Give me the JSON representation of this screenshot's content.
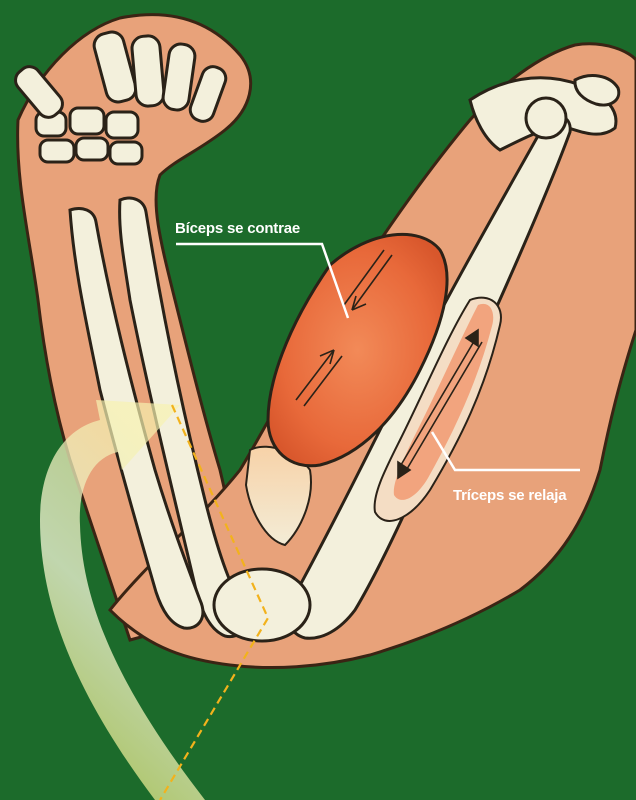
{
  "labels": {
    "biceps": "Bíceps se contrae",
    "triceps": "Tríceps se relaja"
  },
  "colors": {
    "background": "#1c6b2b",
    "skin": "#e8a27a",
    "skin_outline": "#3a2414",
    "bone": "#f3f0dc",
    "bone_outline": "#2a2218",
    "biceps": "#e86e3f",
    "triceps": "#f19a72",
    "motion_arrow": "#e9f0c8",
    "pivot_line": "#f2b21c"
  },
  "icons": {
    "motion": "curved-motion-arrow",
    "contract": "double-arrow-inward-icon",
    "relax": "double-arrow-outward-icon"
  }
}
